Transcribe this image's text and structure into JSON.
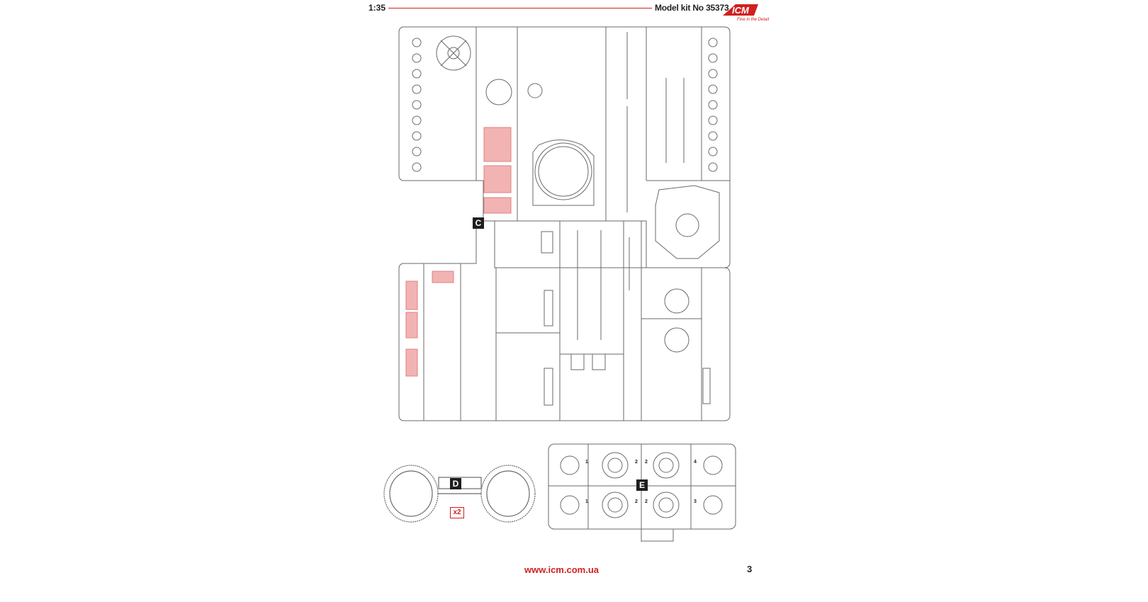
{
  "header": {
    "scale": "1:35",
    "kit_number": "Model kit No 35373",
    "brand": "ICM",
    "brand_tagline": "Fine in the Detail"
  },
  "sprues": {
    "c_label": "C",
    "d_label": "D",
    "e_label": "E",
    "d_quantity": "x2"
  },
  "sprue_e_part_numbers": [
    "1",
    "2",
    "2",
    "4",
    "1",
    "2",
    "2",
    "3"
  ],
  "colors": {
    "accent": "#d02020",
    "highlight_fill": "#f2b3b3",
    "line": "#6a6a6a"
  },
  "footer": {
    "url": "www.icm.com.ua",
    "page_number": "3"
  }
}
